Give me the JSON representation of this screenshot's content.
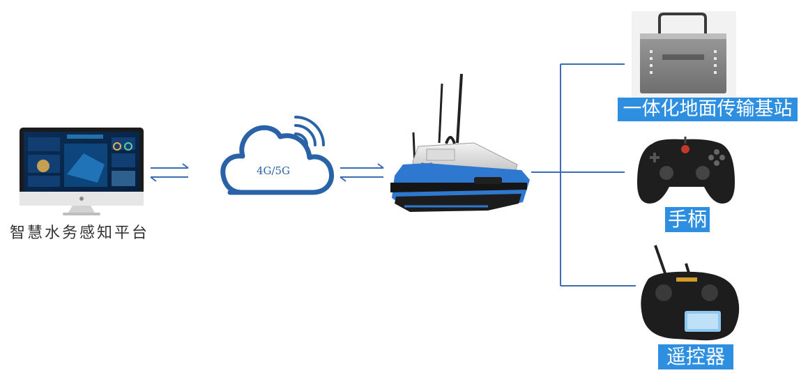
{
  "platform": {
    "label": "智慧水务感知平台"
  },
  "network": {
    "label": "4G/5G"
  },
  "devices": [
    {
      "id": "base-station",
      "label": "一体化地面传输基站"
    },
    {
      "id": "gamepad",
      "label": "手柄"
    },
    {
      "id": "remote",
      "label": "遥控器"
    }
  ],
  "colors": {
    "cloud": "#2a62a7",
    "connector": "#3b6db4",
    "label_bg": "#2e8fe0",
    "boat_blue": "#2f78d0"
  }
}
